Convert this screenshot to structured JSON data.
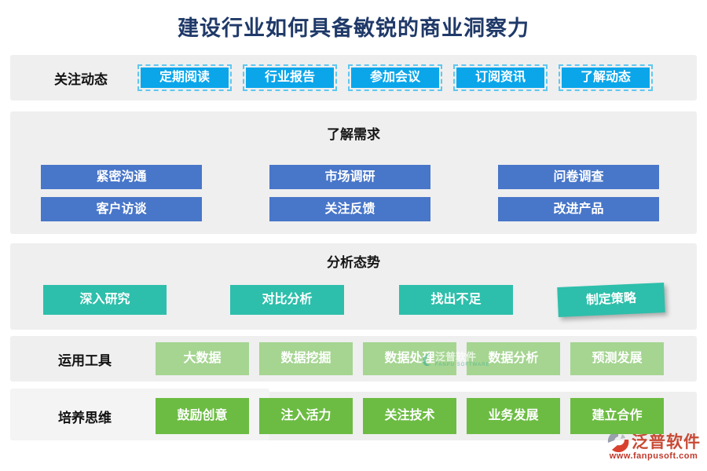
{
  "title": "建设行业如何具备敏锐的商业洞察力",
  "sections": [
    {
      "label": "关注动态",
      "items": [
        "定期阅读",
        "行业报告",
        "参加会议",
        "订阅资讯",
        "了解动态"
      ]
    },
    {
      "header": "了解需求",
      "items": [
        "紧密沟通",
        "市场调研",
        "问卷调查",
        "客户访谈",
        "关注反馈",
        "改进产品"
      ]
    },
    {
      "header": "分析态势",
      "items": [
        "深入研究",
        "对比分析",
        "找出不足",
        "制定策略"
      ]
    },
    {
      "label": "运用工具",
      "items": [
        "大数据",
        "数据挖掘",
        "数据处理",
        "数据分析",
        "预测发展"
      ]
    },
    {
      "label": "培养思维",
      "items": [
        "鼓励创意",
        "注入活力",
        "关注技术",
        "业务发展",
        "建立合作"
      ]
    }
  ],
  "watermark": {
    "name": "泛普软件",
    "subtext": "FANPU SOFTWARE"
  },
  "footer_logo": {
    "name": "泛普软件",
    "url": "www.fanpusoft.com"
  },
  "colors": {
    "title": "#1f3968",
    "band_bg": "#efefef",
    "azure": "#0ba6ea",
    "blue": "#4876c9",
    "teal": "#2dbfab",
    "light_green": "#a5d591",
    "green": "#6cbc43",
    "logo_red": "#c84a35"
  }
}
